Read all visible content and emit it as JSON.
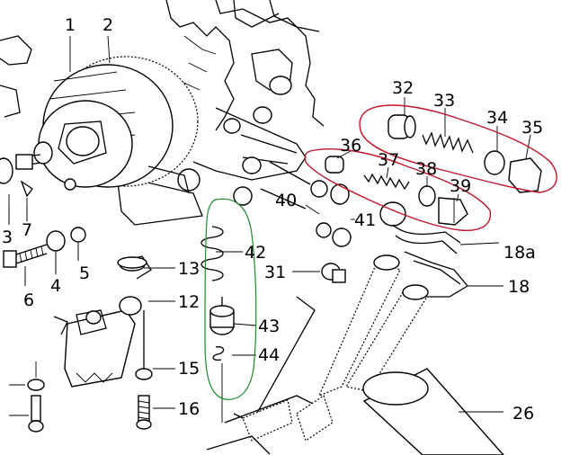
{
  "labels": [
    {
      "id": "1",
      "text": "1"
    },
    {
      "id": "2",
      "text": "2"
    },
    {
      "id": "3",
      "text": "3"
    },
    {
      "id": "4",
      "text": "4"
    },
    {
      "id": "5",
      "text": "5"
    },
    {
      "id": "6",
      "text": "6"
    },
    {
      "id": "7",
      "text": "7"
    },
    {
      "id": "12",
      "text": "12"
    },
    {
      "id": "13",
      "text": "13"
    },
    {
      "id": "15",
      "text": "15"
    },
    {
      "id": "16",
      "text": "16"
    },
    {
      "id": "18",
      "text": "18"
    },
    {
      "id": "18a",
      "text": "18a"
    },
    {
      "id": "26",
      "text": "26"
    },
    {
      "id": "31",
      "text": "31"
    },
    {
      "id": "32",
      "text": "32"
    },
    {
      "id": "33",
      "text": "33"
    },
    {
      "id": "34",
      "text": "34"
    },
    {
      "id": "35",
      "text": "35"
    },
    {
      "id": "36",
      "text": "36"
    },
    {
      "id": "37",
      "text": "37"
    },
    {
      "id": "38",
      "text": "38"
    },
    {
      "id": "39",
      "text": "39"
    },
    {
      "id": "40",
      "text": "40"
    },
    {
      "id": "41",
      "text": "41"
    },
    {
      "id": "42",
      "text": "42"
    },
    {
      "id": "43",
      "text": "43"
    },
    {
      "id": "44",
      "text": "44"
    }
  ],
  "colors": {
    "ink": "#000000",
    "highlight_red": "#c0152a",
    "highlight_green": "#1e8c2e",
    "background": "#ffffff"
  }
}
